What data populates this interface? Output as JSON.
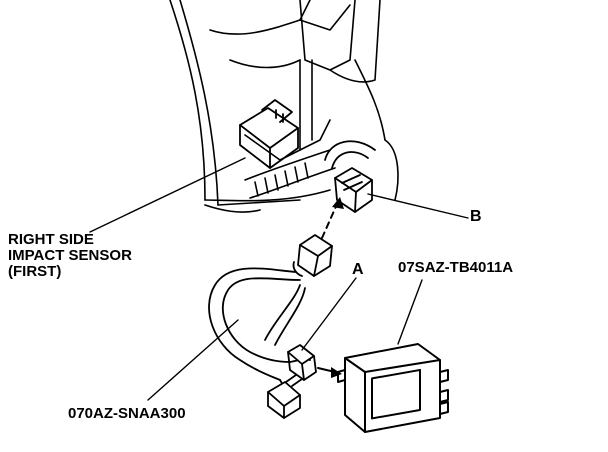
{
  "diagram": {
    "labels": {
      "sensor_line1": "RIGHT SIDE",
      "sensor_line2": "IMPACT SENSOR",
      "sensor_line3": "(FIRST)",
      "callout_b": "B",
      "callout_a": "A",
      "tool_box": "07SAZ-TB4011A",
      "tool_cable": "070AZ-SNAA300"
    },
    "colors": {
      "ink": "#000000",
      "paper": "#ffffff"
    }
  }
}
